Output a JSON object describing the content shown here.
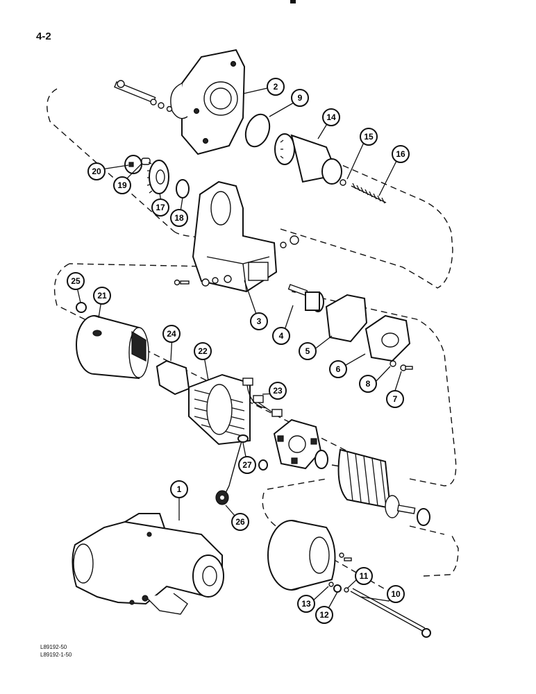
{
  "page_label": "4-2",
  "figure_codes": [
    "L89192-50",
    "L89192-1-50"
  ],
  "callouts": [
    "1",
    "2",
    "3",
    "4",
    "5",
    "6",
    "7",
    "8",
    "9",
    "10",
    "11",
    "12",
    "13",
    "14",
    "15",
    "16",
    "17",
    "18",
    "19",
    "20",
    "21",
    "22",
    "23",
    "24",
    "25",
    "26",
    "27"
  ]
}
